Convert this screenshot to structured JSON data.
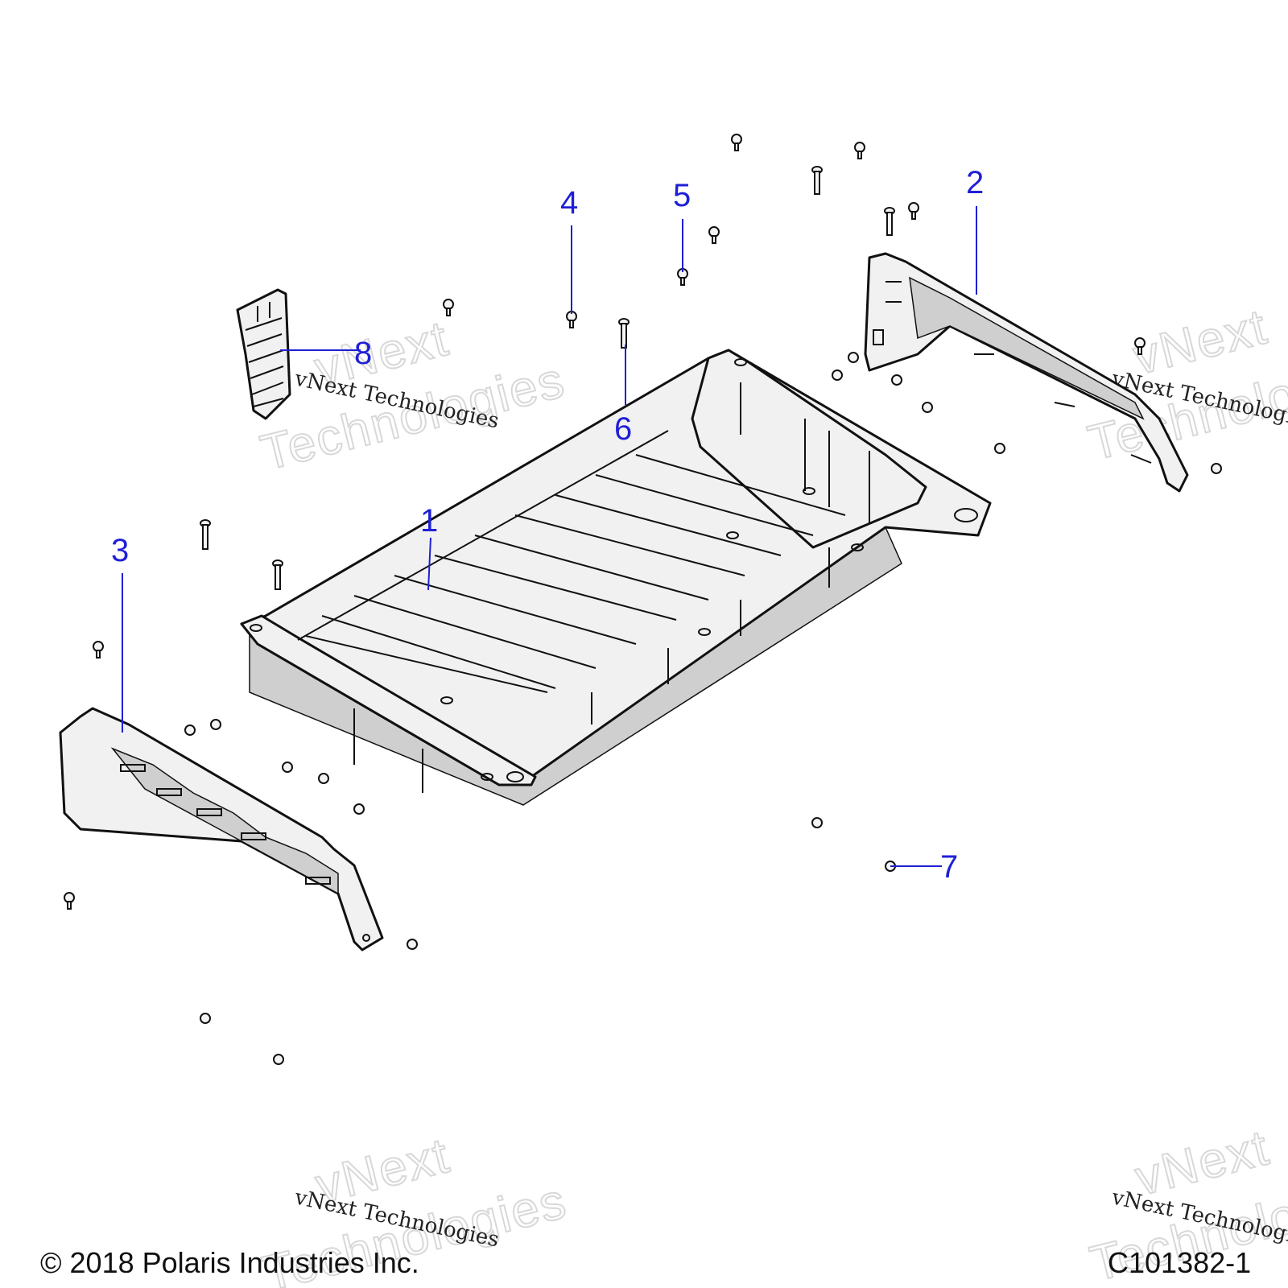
{
  "diagram": {
    "callouts": [
      {
        "label": "1"
      },
      {
        "label": "2"
      },
      {
        "label": "3"
      },
      {
        "label": "4"
      },
      {
        "label": "5"
      },
      {
        "label": "6"
      },
      {
        "label": "7"
      },
      {
        "label": "8"
      }
    ],
    "watermark": {
      "small_text": "vNext Technologies",
      "big_line1": "vNext",
      "big_line2": "Technologies"
    },
    "colors": {
      "callout": "#1f1fd6",
      "outline": "#111111"
    }
  },
  "footer": {
    "copyright": "© 2018 Polaris Industries Inc.",
    "figure_id": "C101382-1"
  }
}
